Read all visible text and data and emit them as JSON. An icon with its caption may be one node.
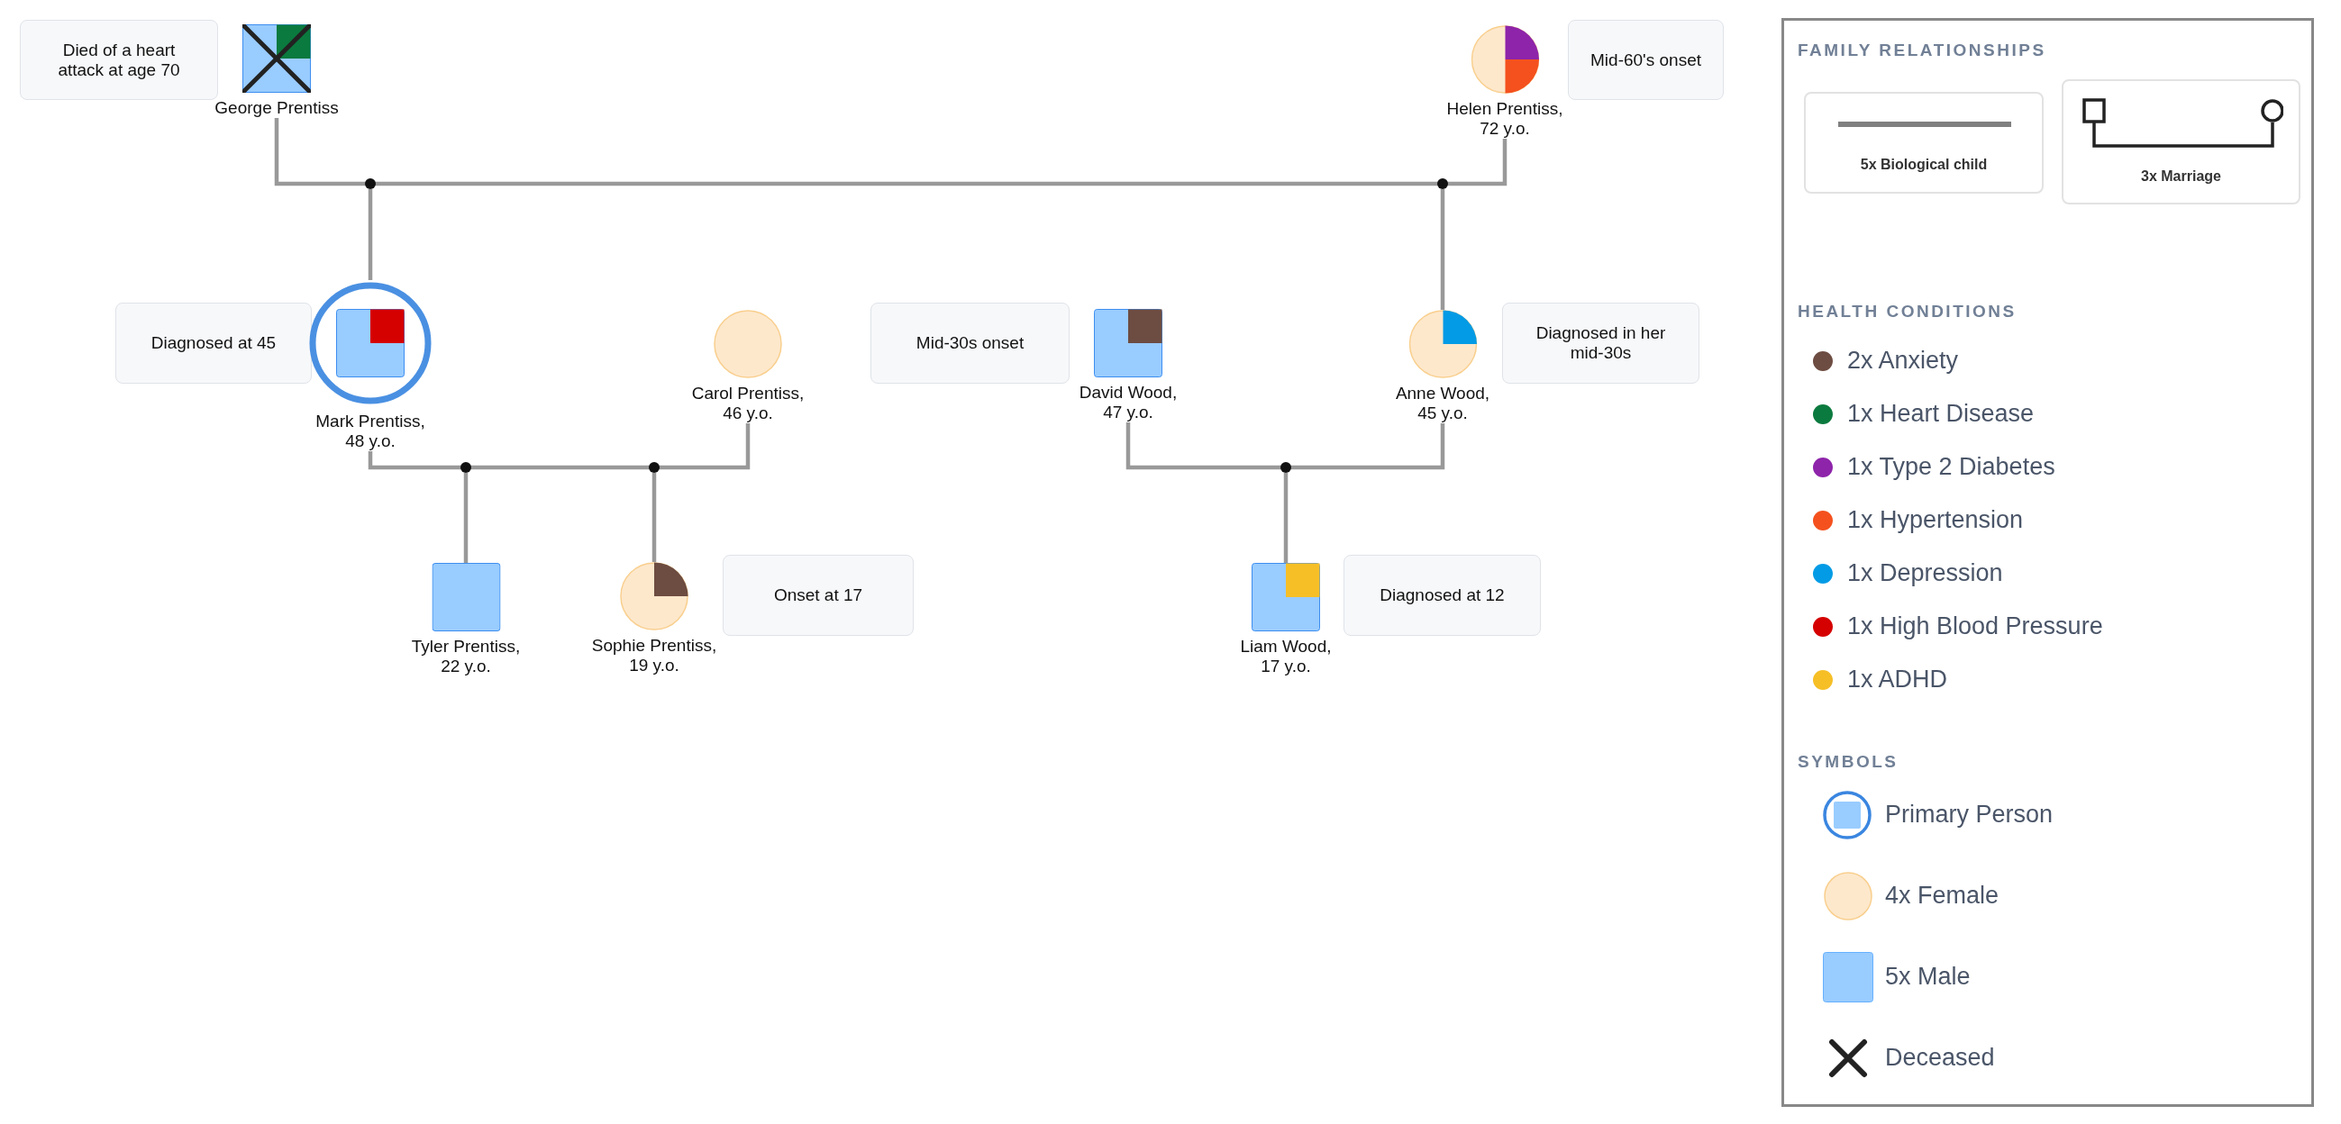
{
  "diagram": {
    "nodes": [
      {
        "text": [
          "Died of a heart attack at age 70"
        ]
      },
      {
        "text": [
          "George Prentiss"
        ]
      },
      {
        "text": [
          "Helen Prentiss, 72 y.o."
        ]
      },
      {
        "text": [
          "Mid-60's onset"
        ]
      },
      {
        "text": [],
        "shape": "circle"
      },
      {
        "text": [],
        "shape": "circle"
      },
      {
        "text": [
          "Diagnosed at 45"
        ]
      },
      {
        "text": [
          "Mark Prentiss, 48 y.o."
        ]
      },
      {
        "text": [
          "Carol Prentiss, 46 y.o."
        ]
      },
      {
        "text": [
          "Mid-30s onset"
        ]
      },
      {
        "text": [
          "David Wood, 47 y.o."
        ]
      },
      {
        "text": [
          "Anne Wood, 45 y.o."
        ]
      },
      {
        "text": [
          "Diagnosed in her mid-30s"
        ]
      },
      {
        "text": [],
        "shape": "circle"
      },
      {
        "text": [],
        "shape": "circle"
      },
      {
        "text": [],
        "shape": "circle"
      },
      {
        "text": [
          "Tyler Prentiss, 22 y.o."
        ]
      },
      {
        "text": [
          "Sophie Prentiss, 19 y.o."
        ]
      },
      {
        "text": [
          "Onset at 17"
        ]
      },
      {
        "text": [
          "Liam Wood, 17 y.o."
        ]
      },
      {
        "text": [
          "Diagnosed at 12"
        ]
      }
    ],
    "edges": [
      {
        "from": 1,
        "to": 2,
        "arrow": "none"
      },
      {
        "from": 4,
        "to": 7,
        "arrow": "none"
      },
      {
        "from": 5,
        "to": 11,
        "arrow": "none"
      },
      {
        "from": 7,
        "to": 8,
        "arrow": "none"
      },
      {
        "from": 13,
        "to": 16,
        "arrow": "none"
      },
      {
        "from": 14,
        "to": 17,
        "arrow": "none"
      },
      {
        "from": 10,
        "to": 11,
        "arrow": "none"
      },
      {
        "from": 15,
        "to": 19,
        "arrow": "none"
      }
    ],
    "labels": [
      "FAMILY RELATIONSHIPS",
      "HEALTH CONDITIONS",
      "SYMBOLS"
    ],
    "legend": [
      {
        "text": "5x Biological child"
      },
      {
        "text": "3x Marriage"
      },
      {
        "text": "2x Anxiety",
        "color": "#6d4c41"
      },
      {
        "text": "1x Heart Disease",
        "color": "#0b7a3e"
      },
      {
        "text": "1x Type 2 Diabetes",
        "color": "#8e24aa"
      },
      {
        "text": "1x Hypertension",
        "color": "#f4511e"
      },
      {
        "text": "1x Depression",
        "color": "#039be5"
      },
      {
        "text": "1x High Blood Pressure",
        "color": "#d50000"
      },
      {
        "text": "1x ADHD",
        "color": "#f6bf26"
      },
      {
        "text": "Primary Person"
      },
      {
        "text": "4x Female"
      },
      {
        "text": "5x Male"
      },
      {
        "text": "Deceased"
      }
    ]
  }
}
